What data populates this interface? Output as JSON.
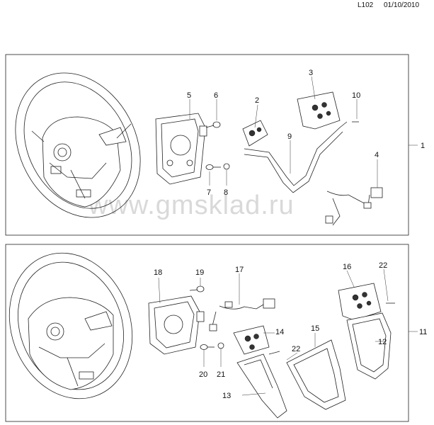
{
  "header": {
    "code": "L102",
    "date": "01/10/2010"
  },
  "watermark": "www.gmsklad.ru",
  "callouts": {
    "top": [
      "1",
      "2",
      "3",
      "4",
      "5",
      "6",
      "7",
      "8",
      "9",
      "10"
    ],
    "bottom": [
      "11",
      "12",
      "13",
      "14",
      "15",
      "16",
      "17",
      "18",
      "19",
      "20",
      "21",
      "22",
      "22"
    ]
  }
}
